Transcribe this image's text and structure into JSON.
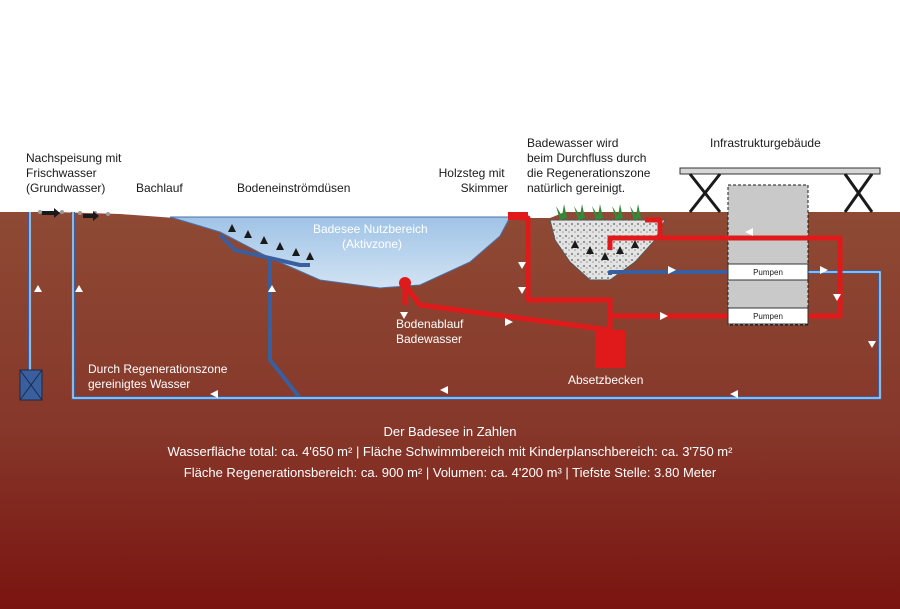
{
  "labels": {
    "nachspeisung": [
      "Nachspeisung mit",
      "Frischwasser",
      "(Grundwasser)"
    ],
    "bachlauf": "Bachlauf",
    "bodeneinstroemduesen": "Bodeneinströmdüsen",
    "holzsteg": [
      "Holzsteg mit",
      "Skimmer"
    ],
    "badewasser_info": [
      "Badewasser wird",
      "beim Durchfluss durch",
      "die Regenerationszone",
      "natürlich gereinigt."
    ],
    "infrastruktur": "Infrastrukturgebäude",
    "badesee": [
      "Badesee Nutzbereich",
      "(Aktivzone)"
    ],
    "bodenablauf": [
      "Bodenablauf",
      "Badewasser"
    ],
    "regenerationszone_wasser": [
      "Durch Regenerationszone",
      "gereinigtes Wasser"
    ],
    "absetzbecken": "Absetzbecken",
    "pumpen_top": "Pumpen",
    "pumpen_bottom": "Pumpen"
  },
  "facts": {
    "heading": "Der Badesee in Zahlen",
    "line1": "Wasserfläche total: ca. 4'650 m² | Fläche Schwimmbereich mit Kinderplanschbereich: ca. 3'750 m²",
    "line2": "Fläche Regenerationsbereich: ca. 900 m² | Volumen: ca. 4'200 m³ | Tiefste Stelle: 3.80 Meter"
  },
  "colors": {
    "soil_top": "#8e4a34",
    "soil_bottom": "#7a1410",
    "water": "#b8d3ec",
    "pipe_blue": "#3a5f9e",
    "pipe_red": "#e01a1a",
    "building": "#c9c9c9"
  }
}
